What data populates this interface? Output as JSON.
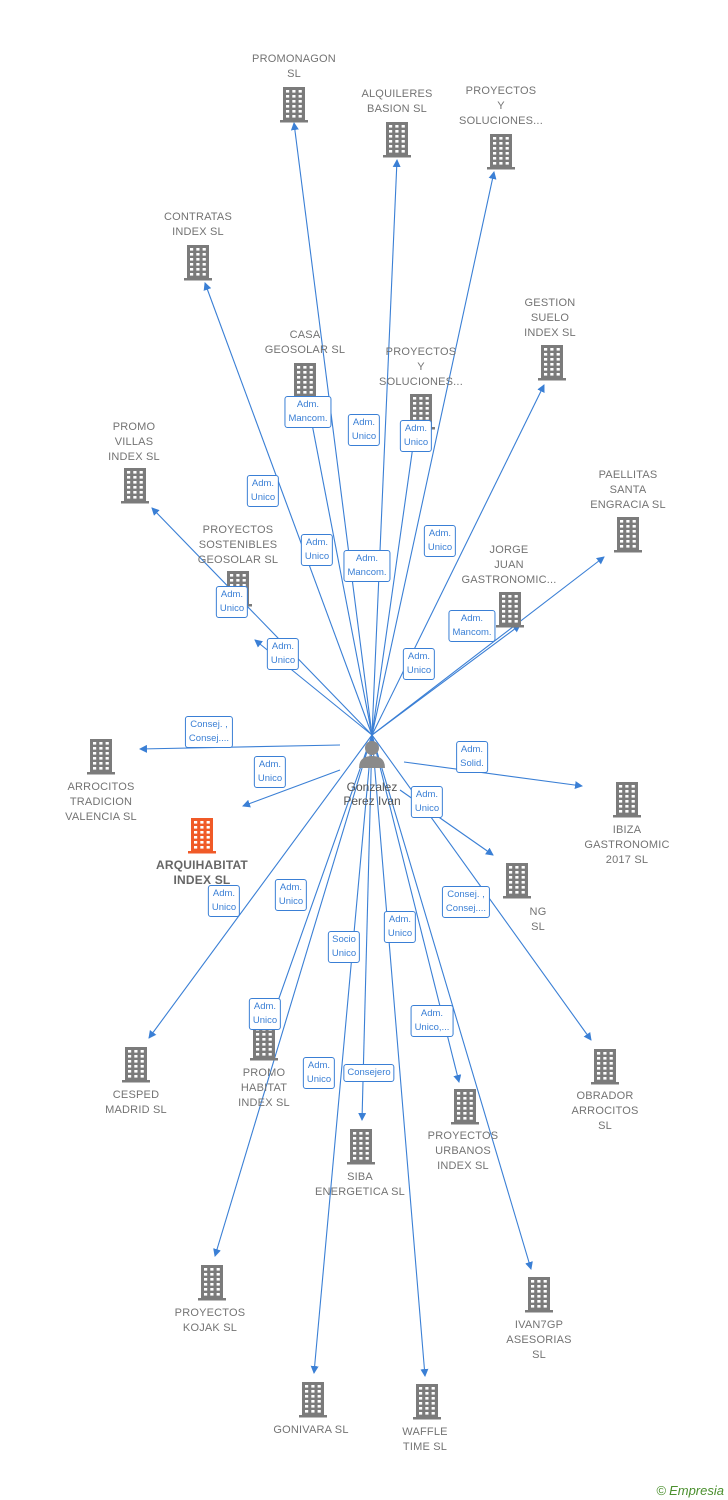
{
  "colors": {
    "edge": "#3a7fd5",
    "building": "#7b7b7b",
    "building_focus": "#f05a28",
    "person": "#8a8a8a"
  },
  "center": {
    "name_lines": [
      "Gonzalez",
      "Perez Ivan"
    ],
    "icon": "person-icon"
  },
  "companies": [
    {
      "id": "promonagon",
      "lines": [
        "PROMONAGON",
        "SL"
      ],
      "icon": "building-icon"
    },
    {
      "id": "alquileres-basion",
      "lines": [
        "ALQUILERES",
        "BASION  SL"
      ],
      "icon": "building-icon"
    },
    {
      "id": "proyectos-soluciones-1",
      "lines": [
        "PROYECTOS",
        "Y",
        "SOLUCIONES..."
      ],
      "icon": "building-icon"
    },
    {
      "id": "contratas-index",
      "lines": [
        "CONTRATAS",
        "INDEX  SL"
      ],
      "icon": "building-icon"
    },
    {
      "id": "casa-geosolar",
      "lines": [
        "CASA",
        "GEOSOLAR  SL"
      ],
      "icon": "building-icon"
    },
    {
      "id": "proyectos-soluciones-2",
      "lines": [
        "PROYECTOS",
        "Y",
        "SOLUCIONES..."
      ],
      "icon": "building-icon"
    },
    {
      "id": "gestion-suelo-index",
      "lines": [
        "GESTION",
        "SUELO",
        "INDEX  SL"
      ],
      "icon": "building-icon"
    },
    {
      "id": "promo-villas-index",
      "lines": [
        "PROMO",
        "VILLAS",
        "INDEX  SL"
      ],
      "icon": "building-icon"
    },
    {
      "id": "paellitas-santa-engracia",
      "lines": [
        "PAELLITAS",
        "SANTA",
        "ENGRACIA  SL"
      ],
      "icon": "building-icon"
    },
    {
      "id": "proyectos-sostenibles-geosolar",
      "lines": [
        "PROYECTOS",
        "SOSTENIBLES",
        "GEOSOLAR  SL"
      ],
      "icon": "building-icon"
    },
    {
      "id": "jorge-juan-gastronomic",
      "lines": [
        "JORGE",
        "JUAN",
        "GASTRONOMIC..."
      ],
      "icon": "building-icon"
    },
    {
      "id": "arrocitos-tradicion-valencia",
      "lines": [
        "ARROCITOS",
        "TRADICION",
        "VALENCIA  SL"
      ],
      "icon": "building-icon"
    },
    {
      "id": "arquihabitat-index",
      "lines": [
        "ARQUIHABITAT",
        "INDEX  SL"
      ],
      "icon": "building-icon",
      "focus": true
    },
    {
      "id": "ibiza-gastronomic-2017",
      "lines": [
        "IBIZA",
        "GASTRONOMIC",
        "2017  SL"
      ],
      "icon": "building-icon"
    },
    {
      "id": "ng-sl",
      "lines": [
        "NG",
        "SL"
      ],
      "icon": "building-icon"
    },
    {
      "id": "cesped-madrid",
      "lines": [
        "CESPED",
        "MADRID SL"
      ],
      "icon": "building-icon"
    },
    {
      "id": "promo-habitat-index",
      "lines": [
        "PROMO",
        "HABITAT",
        "INDEX  SL"
      ],
      "icon": "building-icon"
    },
    {
      "id": "obrador-arrocitos",
      "lines": [
        "OBRADOR",
        "ARROCITOS",
        "SL"
      ],
      "icon": "building-icon"
    },
    {
      "id": "proyectos-urbanos-index",
      "lines": [
        "PROYECTOS",
        "URBANOS",
        "INDEX  SL"
      ],
      "icon": "building-icon"
    },
    {
      "id": "siba-energetica",
      "lines": [
        "SIBA",
        "ENERGETICA SL"
      ],
      "icon": "building-icon"
    },
    {
      "id": "proyectos-kojak",
      "lines": [
        "PROYECTOS",
        "KOJAK  SL"
      ],
      "icon": "building-icon"
    },
    {
      "id": "ivan7gp-asesorias",
      "lines": [
        "IVAN7GP",
        "ASESORIAS",
        "SL"
      ],
      "icon": "building-icon"
    },
    {
      "id": "gonivara",
      "lines": [
        "GONIVARA  SL"
      ],
      "icon": "building-icon"
    },
    {
      "id": "waffle-time",
      "lines": [
        "WAFFLE",
        "TIME  SL"
      ],
      "icon": "building-icon"
    }
  ],
  "relations": [
    {
      "target": "promonagon",
      "lines": [
        "Adm.",
        "Mancom."
      ]
    },
    {
      "target": "alquileres-basion",
      "lines": [
        "Adm.",
        "Unico"
      ]
    },
    {
      "target": "proyectos-soluciones-1",
      "lines": [
        "Adm.",
        "Unico"
      ]
    },
    {
      "target": "contratas-index",
      "lines": [
        "Adm.",
        "Unico"
      ]
    },
    {
      "target": "casa-geosolar",
      "lines": [
        "Adm.",
        "Unico"
      ]
    },
    {
      "target": "proyectos-soluciones-2",
      "lines": [
        "Adm.",
        "Mancom."
      ]
    },
    {
      "target": "gestion-suelo-index",
      "lines": [
        "Adm.",
        "Unico"
      ]
    },
    {
      "target": "promo-villas-index",
      "lines": [
        "Adm.",
        "Unico"
      ]
    },
    {
      "target": "proyectos-sostenibles-geosolar",
      "lines": [
        "Adm.",
        "Unico"
      ]
    },
    {
      "target": "paellitas-santa-engracia",
      "lines": [
        "Adm.",
        "Mancom."
      ]
    },
    {
      "target": "jorge-juan-gastronomic",
      "lines": [
        "Adm.",
        "Unico"
      ]
    },
    {
      "target": "arrocitos-tradicion-valencia",
      "lines": [
        "Consej. ,",
        "Consej...."
      ]
    },
    {
      "target": "arquihabitat-index",
      "lines": [
        "Adm.",
        "Unico"
      ]
    },
    {
      "target": "ibiza-gastronomic-2017",
      "lines": [
        "Adm.",
        "Solid."
      ]
    },
    {
      "target": "ng-sl",
      "lines": [
        "Adm.",
        "Unico"
      ]
    },
    {
      "target": "obrador-arrocitos",
      "lines": [
        "Consej. ,",
        "Consej...."
      ]
    },
    {
      "target": "cesped-madrid",
      "lines": [
        "Adm.",
        "Unico"
      ]
    },
    {
      "target": "promo-habitat-index",
      "lines": [
        "Adm.",
        "Unico"
      ]
    },
    {
      "target": "siba-energetica",
      "lines": [
        "Socio",
        "Unico"
      ]
    },
    {
      "target": "proyectos-urbanos-index",
      "lines": [
        "Adm.",
        "Unico"
      ]
    },
    {
      "target": "proyectos-kojak",
      "lines": [
        "Adm.",
        "Unico"
      ]
    },
    {
      "target": "ivan7gp-asesorias",
      "lines": [
        "Adm.",
        "Unico,..."
      ]
    },
    {
      "target": "gonivara",
      "lines": [
        "Adm.",
        "Unico"
      ]
    },
    {
      "target": "waffle-time",
      "lines": [
        "Consejero"
      ]
    }
  ],
  "footer": {
    "copyright": "©",
    "brand": "Empresia"
  }
}
